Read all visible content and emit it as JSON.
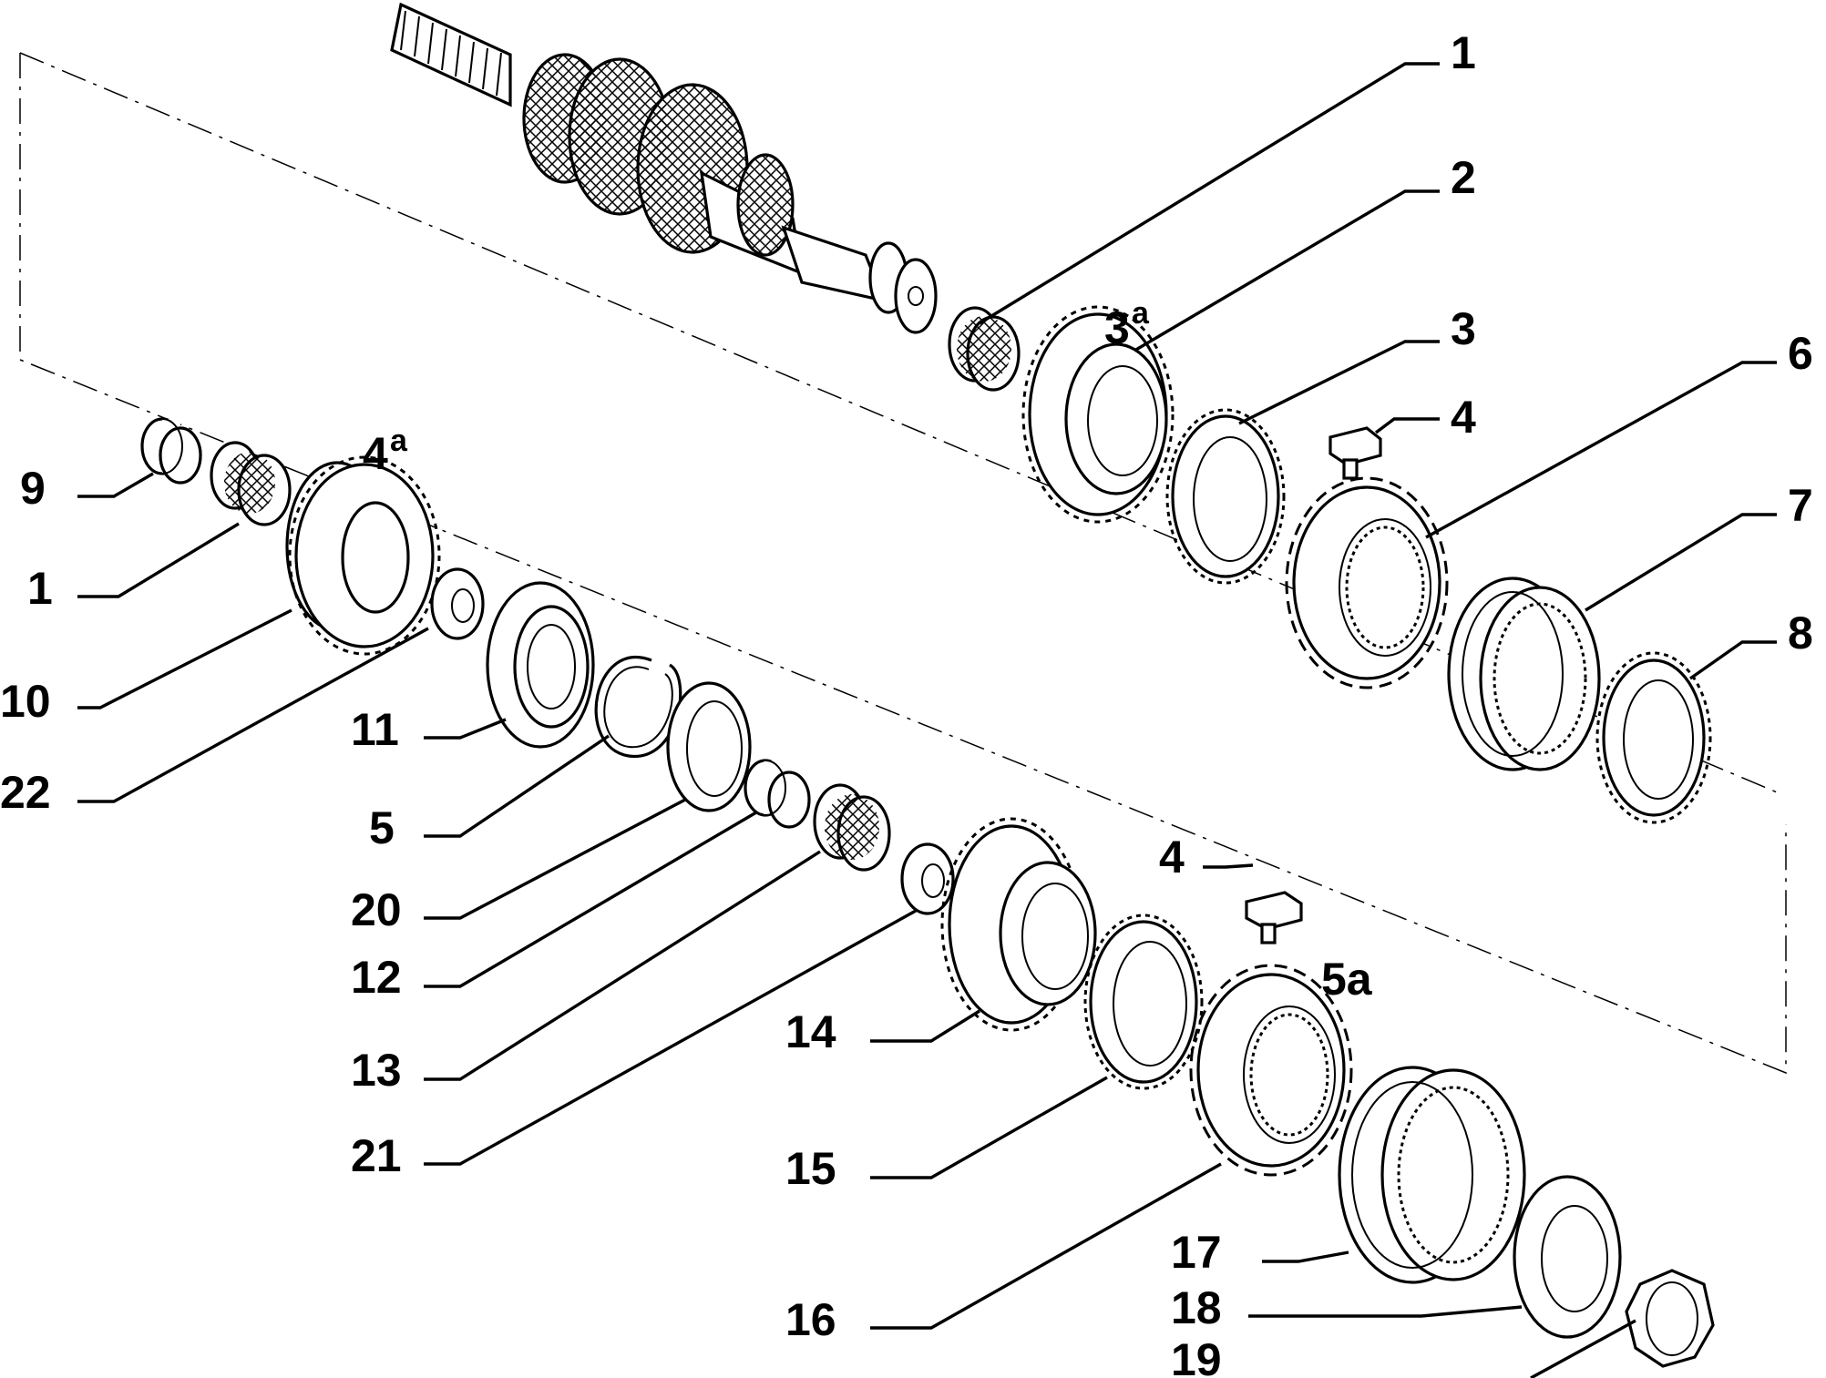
{
  "callouts": {
    "c1_top": "1",
    "c2": "2",
    "c3a": "3",
    "c3a_sup": "a",
    "c3": "3",
    "c4_top": "4",
    "c6": "6",
    "c7": "7",
    "c8": "8",
    "c9": "9",
    "c1_left": "1",
    "c4a": "4",
    "c4a_sup": "a",
    "c10": "10",
    "c22": "22",
    "c11": "11",
    "c5": "5",
    "c20": "20",
    "c12": "12",
    "c13": "13",
    "c21": "21",
    "c14": "14",
    "c15": "15",
    "c4_mid": "4",
    "c5a": "5a",
    "c16": "16",
    "c17": "17",
    "c18": "18",
    "c19": "19"
  },
  "parts": [
    "main-shaft",
    "needle-bearing",
    "gear-3a",
    "synchro-ring",
    "slider-key",
    "synchro-hub",
    "sliding-sleeve",
    "synchro-ring",
    "spacer-bushing",
    "needle-bearing",
    "gear-4a",
    "thrust-washer",
    "ball-bearing",
    "snap-ring",
    "retaining-plate",
    "spacer-bushing",
    "needle-bearing",
    "thrust-washer",
    "gear",
    "synchro-ring",
    "slider-key",
    "synchro-hub",
    "sliding-sleeve",
    "lock-plate",
    "nut"
  ]
}
